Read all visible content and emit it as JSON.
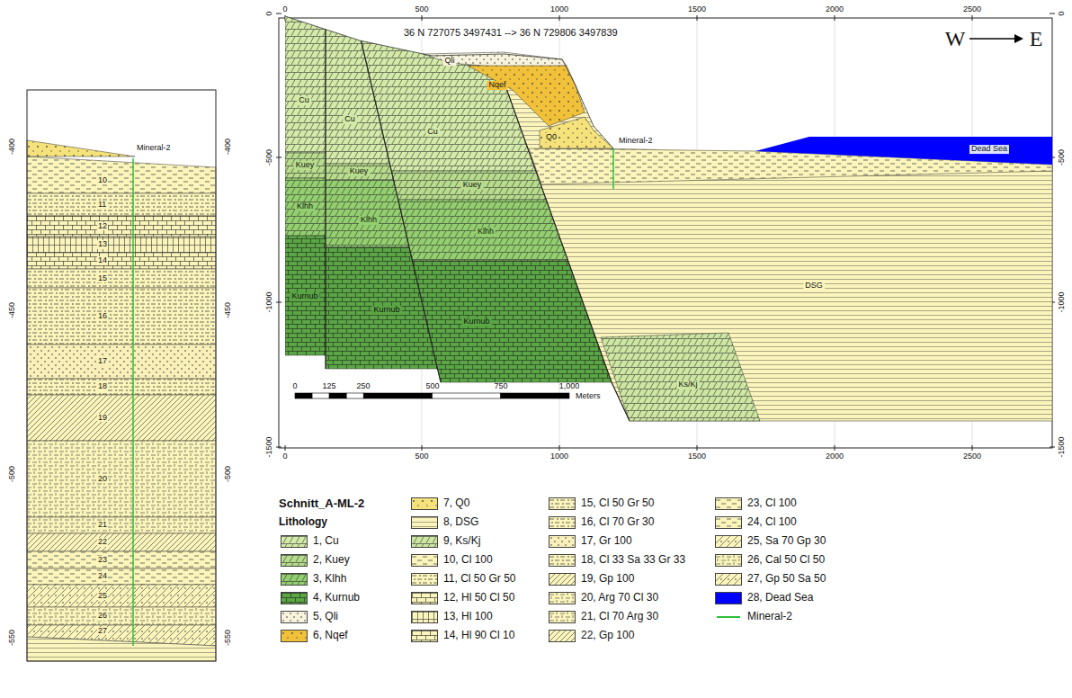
{
  "diagram": {
    "nodes": [
      {
        "text": [
          "10"
        ]
      },
      {
        "text": [
          "11"
        ]
      },
      {
        "text": [
          "12"
        ]
      },
      {
        "text": [
          "13"
        ]
      },
      {
        "text": [
          "14"
        ]
      },
      {
        "text": [
          "15"
        ]
      },
      {
        "text": [
          "16"
        ]
      },
      {
        "text": [
          "17"
        ]
      },
      {
        "text": [
          "18"
        ]
      },
      {
        "text": [
          "19"
        ]
      },
      {
        "text": [
          "20"
        ]
      },
      {
        "text": [
          "21"
        ]
      },
      {
        "text": [
          "22"
        ]
      },
      {
        "text": [
          "23"
        ]
      },
      {
        "text": [
          "24"
        ]
      },
      {
        "text": [
          "25"
        ]
      },
      {
        "text": [
          "26"
        ]
      },
      {
        "text": [
          "27"
        ]
      }
    ],
    "labels": [
      "-400",
      "-450",
      "-500",
      "-550",
      "-400",
      "-450",
      "-500",
      "-550",
      "Mineral-2",
      "0",
      "500",
      "1000",
      "1500",
      "2000",
      "2500",
      "0",
      "500",
      "1000",
      "1500",
      "2000",
      "2500",
      "0",
      "-500",
      "-1000",
      "-1500",
      "0",
      "-500",
      "-1000",
      "-1500",
      "36 N 727075 3497431 --> 36 N 729806 3497839",
      "W",
      "E",
      "Cu",
      "Cu",
      "Cu",
      "Qli",
      "Nqef",
      "Q0",
      "Mineral-2",
      "Dead Sea",
      "Kuey",
      "Kuey",
      "Kuey",
      "Klhh",
      "Klhh",
      "Klhh",
      "Kurnub",
      "Kurnub",
      "Kurnub",
      "DSG",
      "Ks/Kj",
      "0",
      "125",
      "250",
      "500",
      "750",
      "1,000",
      "Meters",
      "Schnitt_A-ML-2",
      "Lithology"
    ],
    "legend": [
      {
        "text": "1, Cu",
        "color": "#d3eaa8"
      },
      {
        "text": "2, Kuey",
        "color": "#b7dc8c"
      },
      {
        "text": "3, Klhh",
        "color": "#93cf6e"
      },
      {
        "text": "4, Kurnub",
        "color": "#5aa644"
      },
      {
        "text": "5, Qli",
        "color": "#f7f3dc"
      },
      {
        "text": "6, Nqef",
        "color": "#f2c13a"
      },
      {
        "text": "7, Q0",
        "color": "#f6e27a"
      },
      {
        "text": "8, DSG",
        "color": "#fbf5bc"
      },
      {
        "text": "9, Ks/Kj",
        "color": "#cde7a2"
      },
      {
        "text": "10, Cl 100",
        "color": "#fbf5bc"
      },
      {
        "text": "11, Cl 50 Gr 50",
        "color": "#fbf5bc"
      },
      {
        "text": "12, Hl 50 Cl 50",
        "color": "#fbf5bc"
      },
      {
        "text": "13, Hl 100",
        "color": "#fbf5bc"
      },
      {
        "text": "14, Hl 90 Cl 10",
        "color": "#fbf5bc"
      },
      {
        "text": "15, Cl 50 Gr 50",
        "color": "#fbf5bc"
      },
      {
        "text": "16, Cl 70 Gr 30",
        "color": "#fbf5bc"
      },
      {
        "text": "17, Gr 100",
        "color": "#f9efb8"
      },
      {
        "text": "18, Cl 33 Sa 33 Gr 33",
        "color": "#fbf5bc"
      },
      {
        "text": "19, Gp 100",
        "color": "#fbf5bc"
      },
      {
        "text": "20, Arg 70 Cl 30",
        "color": "#fbf5bc"
      },
      {
        "text": "21, Cl 70 Arg 30",
        "color": "#fbf5bc"
      },
      {
        "text": "22, Gp 100",
        "color": "#fbf5bc"
      },
      {
        "text": "23, Cl 100",
        "color": "#fbf5bc"
      },
      {
        "text": "24, Cl 100",
        "color": "#fbf5bc"
      },
      {
        "text": "25, Sa 70 Gp 30",
        "color": "#fbf5bc"
      },
      {
        "text": "26, Cal 50 Cl 50",
        "color": "#fbf5bc"
      },
      {
        "text": "27, Gp 50 Sa 50",
        "color": "#fbf5bc"
      },
      {
        "text": "28, Dead Sea",
        "color": "#0000ff"
      },
      {
        "text": "Mineral-2"
      }
    ]
  }
}
